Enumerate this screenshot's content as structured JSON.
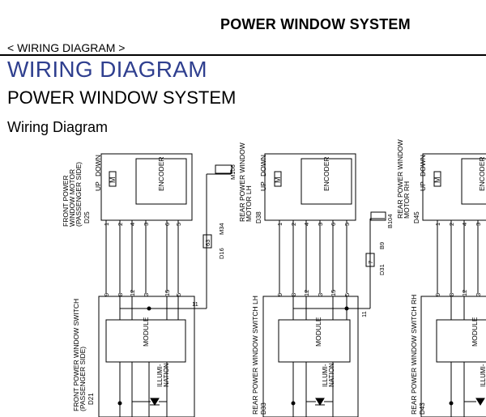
{
  "header": {
    "title": "POWER WINDOW SYSTEM",
    "breadcrumb": "< WIRING DIAGRAM >",
    "section_title": "WIRING DIAGRAM",
    "subsection_title": "POWER WINDOW SYSTEM",
    "figure_title": "Wiring Diagram"
  },
  "colors": {
    "title_blue": "#2f3f8f",
    "line": "#000000"
  },
  "diagram": {
    "motor_common": {
      "up": "UP",
      "down": "DOWN",
      "motor_symbol": "M",
      "encoder": "ENCODER",
      "pins": [
        "1",
        "2",
        "4",
        "3",
        "6",
        "5"
      ]
    },
    "switch_common": {
      "module": "MODULE",
      "illumination": [
        "ILLUMI-",
        "NATION"
      ],
      "pins": [
        "9",
        "8",
        "12",
        "3",
        "15",
        "5"
      ],
      "pin_11": "11"
    },
    "groups": [
      {
        "motor_label": [
          "FRONT POWER",
          "WINDOW MOTOR",
          "(PASSENGER SIDE)"
        ],
        "motor_connector": "D25",
        "switch_label": [
          "FRONT POWER WINDOW SWITCH",
          "(PASSENGER SIDE)"
        ],
        "switch_connector": "D21",
        "jc_connector": "M106",
        "joint_pin": "63",
        "joint_conn_a": "M34",
        "joint_conn_b": "D16"
      },
      {
        "motor_label": [
          "REAR POWER WINDOW",
          "MOTOR LH"
        ],
        "motor_connector": "D38",
        "switch_label": [
          "REAR POWER WINDOW SWITCH LH"
        ],
        "switch_connector": "D33",
        "jc_connector": "B104",
        "joint_pin": "7",
        "joint_conn_a": "B9",
        "joint_conn_b": "D31"
      },
      {
        "motor_label": [
          "REAR POWER WINDOW",
          "MOTOR RH"
        ],
        "motor_connector": "D45",
        "switch_label": [
          "REAR POWER WINDOW SWITCH RH"
        ],
        "switch_connector": "D43"
      }
    ]
  }
}
